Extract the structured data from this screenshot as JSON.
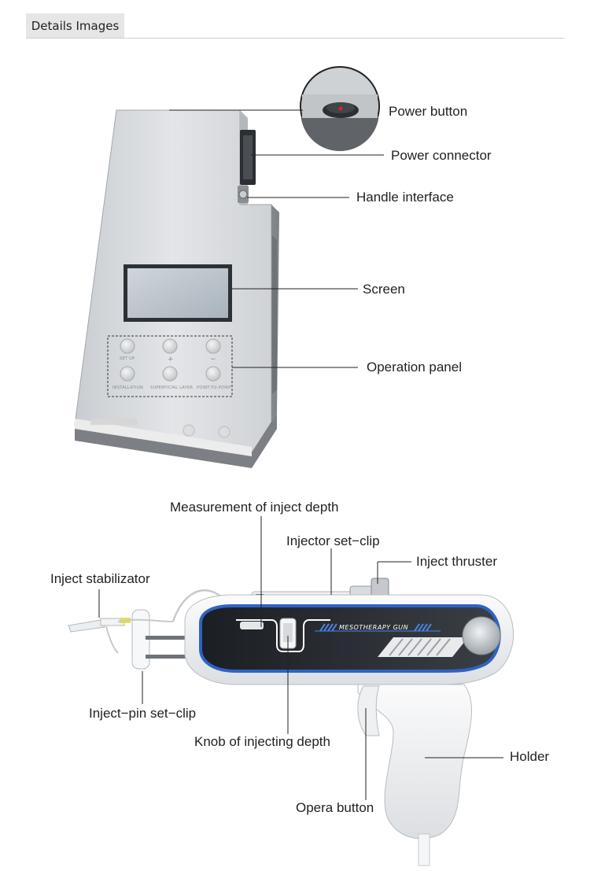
{
  "header": {
    "title": "Details Images"
  },
  "device": {
    "callouts": [
      "Power button",
      "Power connector",
      "Handle interface",
      "Screen",
      "Operation panel"
    ],
    "panel": {
      "top_labels": [
        "SET UP",
        "+",
        "−"
      ],
      "bottom_labels": [
        "INSTALLATION",
        "SUPERFICIAL LAYER",
        "POINT-TO-POINT"
      ]
    }
  },
  "gun": {
    "brand": "MESOTHERAPY GUN",
    "callouts": [
      "Measurement of inject depth",
      "Injector set−clip",
      "Inject thruster",
      "Inject stabilizator",
      "Inject−pin set−clip",
      "Knob of injecting depth",
      "Holder",
      "Opera button"
    ]
  }
}
